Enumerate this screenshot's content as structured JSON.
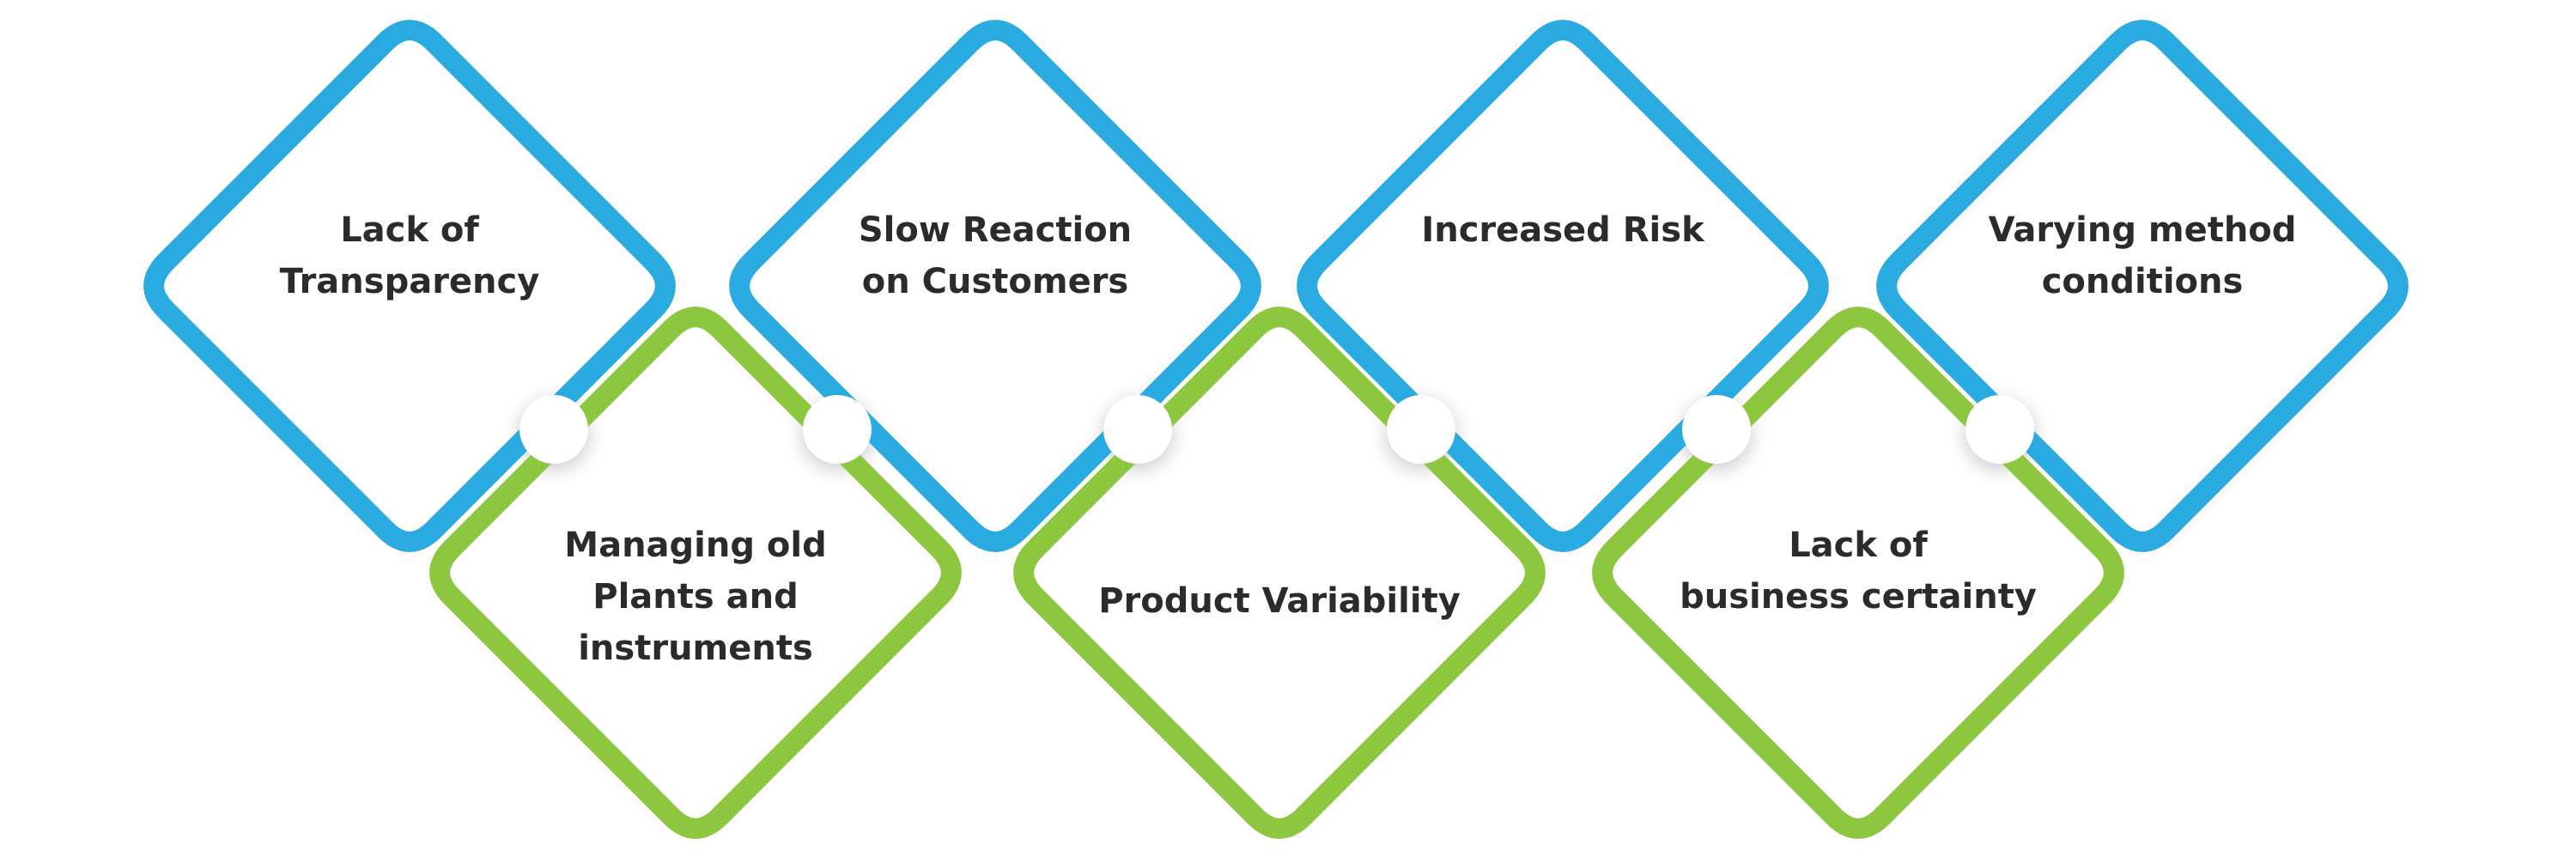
{
  "colors": {
    "top_stroke": "#29ABE2",
    "bottom_stroke": "#8DC63F",
    "text": "#2b2b2b",
    "background": "#ffffff"
  },
  "top_row": [
    {
      "lines": [
        "Lack of",
        "Transparency"
      ]
    },
    {
      "lines": [
        "Slow Reaction",
        "on Customers"
      ]
    },
    {
      "lines": [
        "Increased Risk"
      ]
    },
    {
      "lines": [
        "Varying method",
        "conditions"
      ]
    }
  ],
  "bottom_row": [
    {
      "lines": [
        "Managing old",
        "Plants and",
        "instruments"
      ]
    },
    {
      "lines": [
        "Product Variability"
      ]
    },
    {
      "lines": [
        "Lack of",
        "business certainty"
      ]
    }
  ]
}
